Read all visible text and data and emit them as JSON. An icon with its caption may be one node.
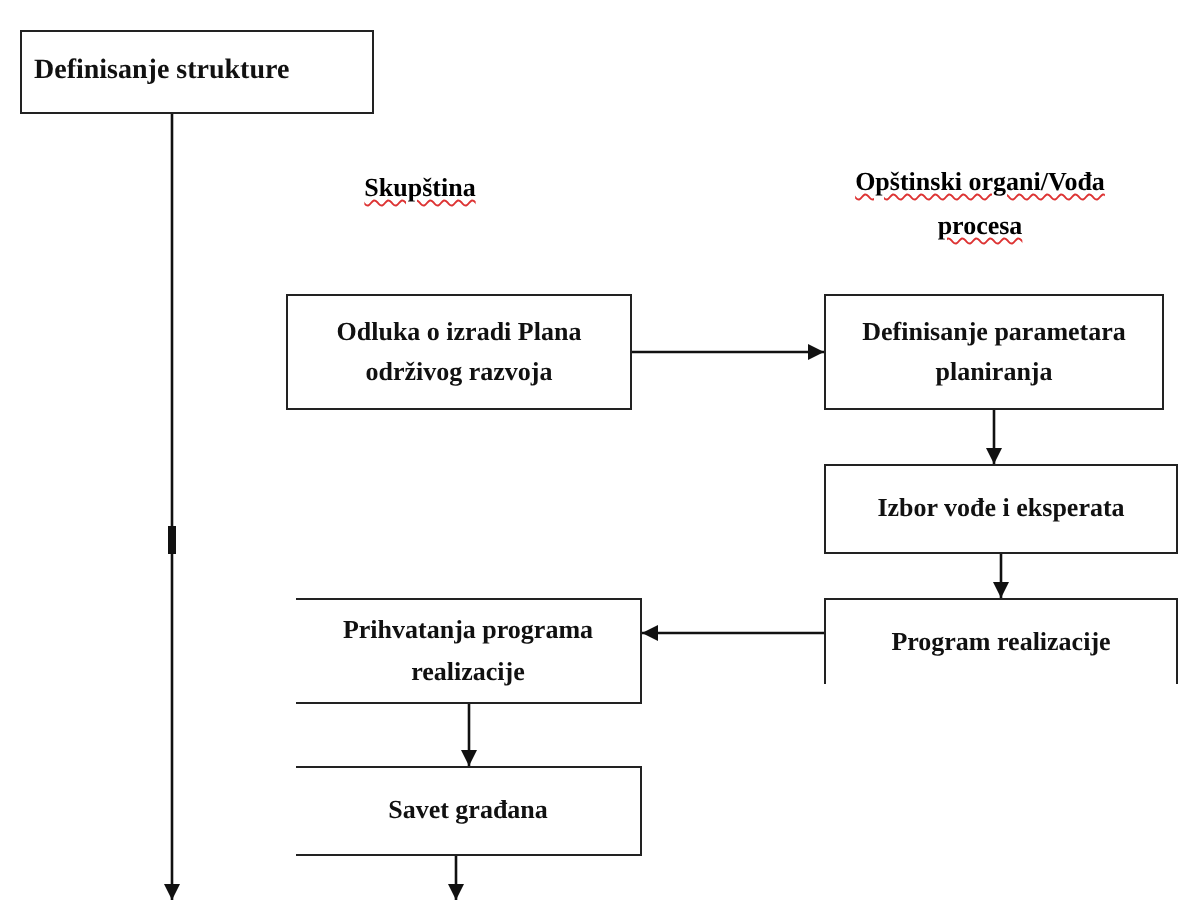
{
  "diagram": {
    "nodes": [
      {
        "text": [
          "Definisanje strukture"
        ]
      },
      {
        "text": [
          "Odluka o izradi Plana održivog razvoja"
        ]
      },
      {
        "text": [
          "Definisanje parametara planiranja"
        ]
      },
      {
        "text": [
          "Izbor vođe i eksperata"
        ]
      },
      {
        "text": [
          "Program realizacije"
        ]
      },
      {
        "text": [
          "Prihvatanja programa realizacije"
        ]
      },
      {
        "text": [
          "Savet građana"
        ]
      }
    ],
    "edges": [
      {
        "from": 0,
        "to": null,
        "arrow": "to"
      },
      {
        "from": 1,
        "to": 2,
        "arrow": "to"
      },
      {
        "from": 2,
        "to": 3,
        "arrow": "to"
      },
      {
        "from": 3,
        "to": 4,
        "arrow": "to"
      },
      {
        "from": 4,
        "to": 5,
        "arrow": "to"
      },
      {
        "from": 5,
        "to": 6,
        "arrow": "to"
      },
      {
        "from": 6,
        "to": null,
        "arrow": "to"
      }
    ],
    "labels": [
      "Skupština",
      "Opštinski organi/Vođa procesa"
    ]
  }
}
